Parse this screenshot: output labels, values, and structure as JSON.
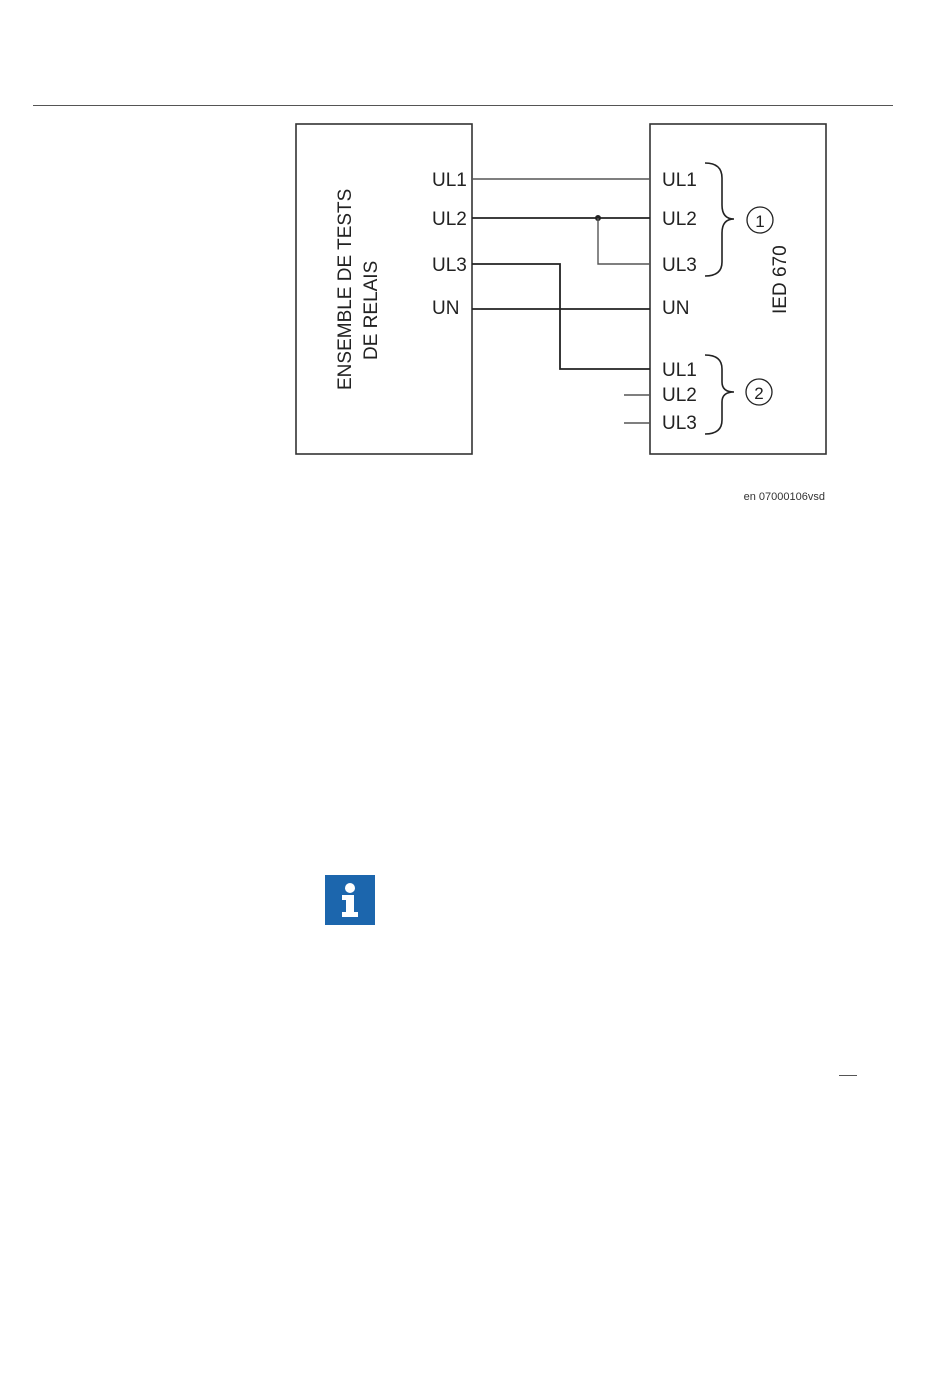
{
  "diagram": {
    "test_set_line1": "ENSEMBLE DE TESTS",
    "test_set_line2": "DE RELAIS",
    "test_set_terminals": [
      "UL1",
      "UL2",
      "UL3",
      "UN"
    ],
    "ied_name": "IED 670",
    "ied_group1": [
      "UL1",
      "UL2",
      "UL3"
    ],
    "ied_neutral": "UN",
    "ied_group2": [
      "UL1",
      "UL2",
      "UL3"
    ],
    "callout_1": "1",
    "callout_2": "2",
    "figure_id": "en 07000106vsd"
  },
  "icons": {
    "info": "info-icon",
    "info_color": "#1c66ad"
  }
}
